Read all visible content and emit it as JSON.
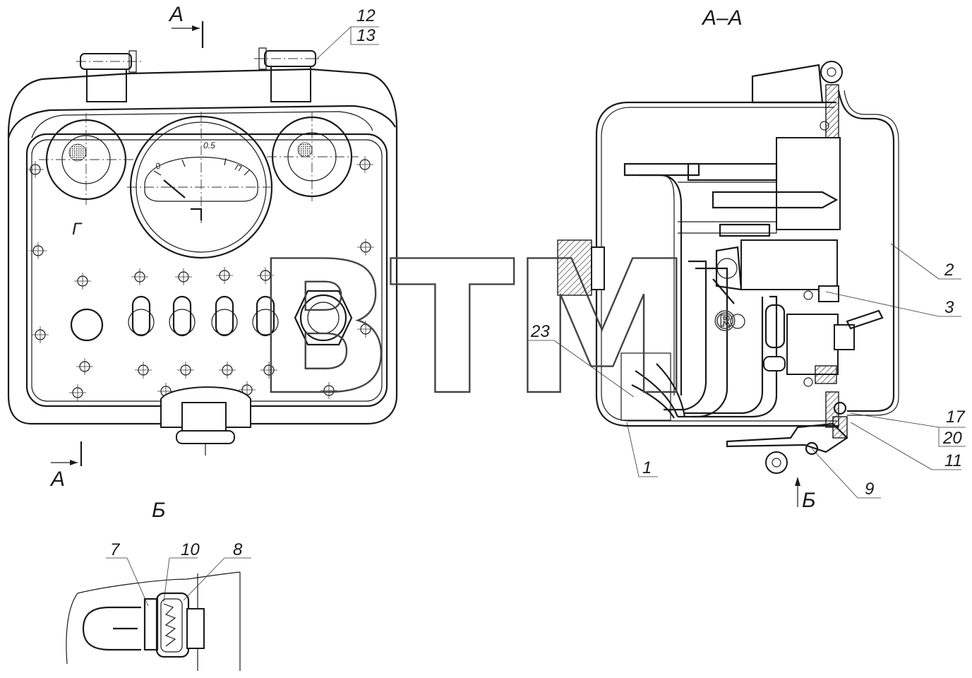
{
  "view_labels": {
    "section_title": "А–А",
    "section_mark_top": "А",
    "section_mark_bottom": "А",
    "view_b_title": "Б",
    "view_b_arrow": "Б",
    "panel_mark": "Г"
  },
  "gauge": {
    "scale_min": "0",
    "scale_mid": "0.5",
    "scale_max": "П"
  },
  "callouts": {
    "p1": "1",
    "p2": "2",
    "p3": "3",
    "p7": "7",
    "p8": "8",
    "p9": "9",
    "p10": "10",
    "p11": "11",
    "p12": "12",
    "p13": "13",
    "p17": "17",
    "p20": "20",
    "p23": "23"
  },
  "watermark": {
    "text": "BTM",
    "registered": "®"
  }
}
